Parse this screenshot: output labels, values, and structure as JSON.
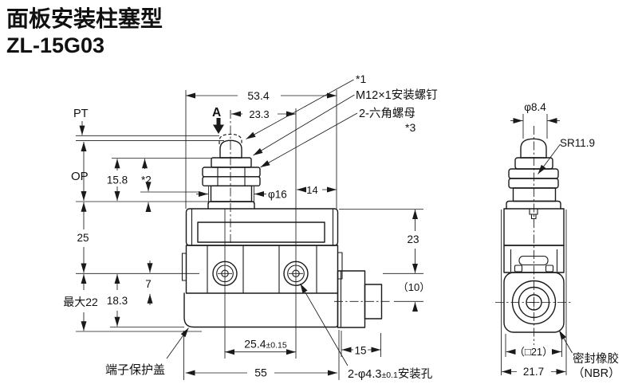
{
  "title": {
    "product_type": "面板安装柱塞型",
    "model": "ZL-15G03"
  },
  "colors": {
    "line": "#1a1a1a",
    "background": "#ffffff"
  },
  "front_view": {
    "travel_labels": {
      "pt": "PT",
      "op": "OP"
    },
    "section_label": "A",
    "notes": {
      "n1": "*1",
      "n2": "*2",
      "n3": "*3"
    },
    "callouts": {
      "mounting_screw": "M12×1安装螺钉",
      "hex_nuts": "2-六角螺母",
      "terminal_cover": "端子保护盖",
      "mounting_holes_prefix": "2-φ4.3",
      "mounting_holes_tol": "±0.1",
      "mounting_holes_suffix": "安装孔"
    },
    "dims": {
      "d53_4": "53.4",
      "d23_3": "23.3",
      "d14": "14",
      "d15_8": "15.8",
      "d25": "25",
      "dmax22": "最大22",
      "d18_3": "18.3",
      "d7": "7",
      "dphi16": "φ16",
      "d23": "23",
      "d10": "（10）",
      "d25_4": "25.4",
      "d25_4_tol": "±0.15",
      "d55": "55",
      "d15": "15"
    }
  },
  "side_view": {
    "dims": {
      "dphi8_4": "φ8.4",
      "sr": "SR11.9",
      "sq21": "（□21）",
      "d21_7": "21.7"
    },
    "callouts": {
      "seal_rubber": "密封橡胶",
      "seal_material": "（NBR）"
    }
  }
}
